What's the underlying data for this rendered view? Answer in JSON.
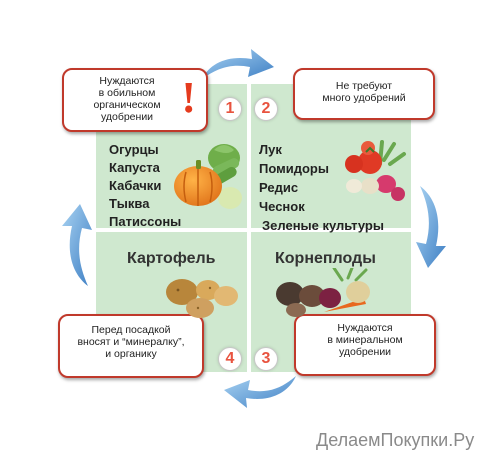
{
  "quadrants": [
    {
      "number": "1",
      "callout": [
        "Нуждаются",
        "в обильном",
        "органическом",
        "удобрении"
      ],
      "exclamation": "!",
      "crops": [
        "Огурцы",
        "Капуста",
        "Кабачки",
        "Тыква",
        "Патиссоны"
      ],
      "image_subject": "pumpkin, cucumbers, cabbage, squash"
    },
    {
      "number": "2",
      "callout": [
        "Не требуют",
        "много удобрений"
      ],
      "crops": [
        "Лук",
        "Помидоры",
        "Редис",
        "Чеснок",
        "Зеленые культуры"
      ],
      "image_subject": "tomatoes, radishes, onions, garlic, greens"
    },
    {
      "number": "3",
      "title": "Корнеплоды",
      "callout": [
        "Нуждаются",
        "в минеральном",
        "удобрении"
      ],
      "image_subject": "root vegetables: beets, carrots, turnips"
    },
    {
      "number": "4",
      "title": "Картофель",
      "callout": [
        "Перед посадкой",
        "вносят и “минералку”,",
        "и органику"
      ],
      "image_subject": "potatoes"
    }
  ],
  "watermark": "ДелаемПокупки.Ру",
  "colors": {
    "quadrant_bg": "#cfe8cf",
    "callout_border": "#c0392b",
    "accent_red": "#e53b1e",
    "badge_number": "#e8533f",
    "arrow_blue": "#4a8fd0"
  }
}
